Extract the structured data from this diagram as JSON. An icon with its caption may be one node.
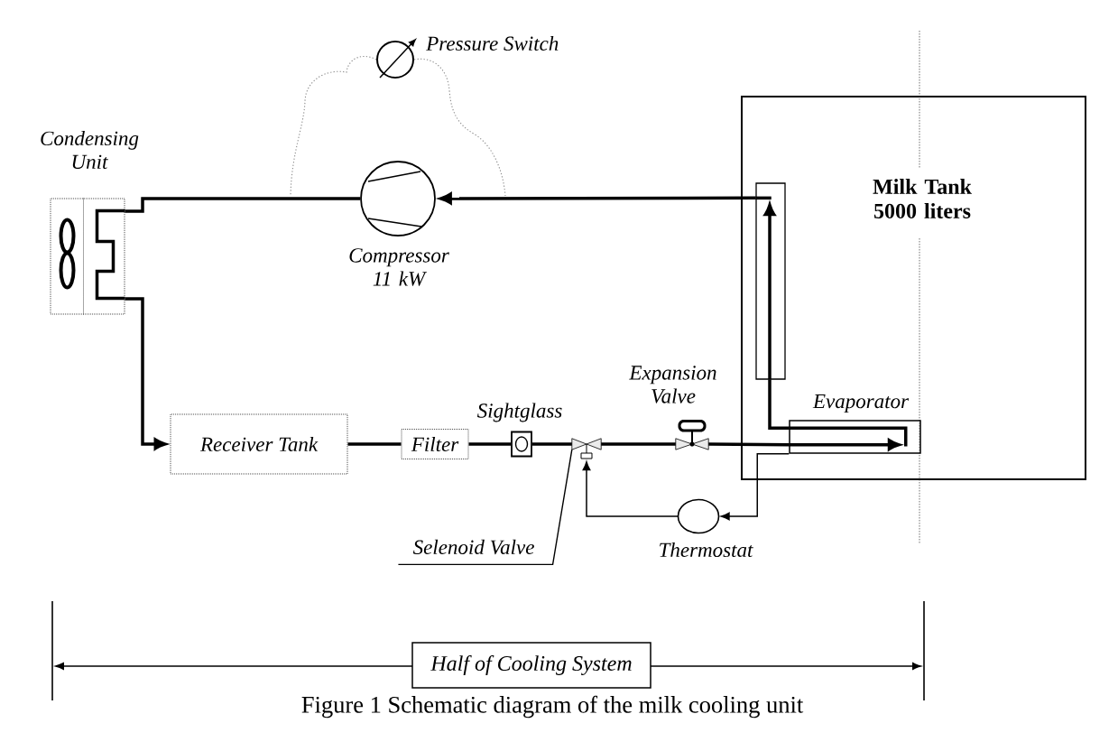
{
  "diagram": {
    "caption": "Figure 1 Schematic diagram of the milk cooling unit",
    "nodes": [
      {
        "text": [
          "Pressure Switch"
        ]
      },
      {
        "text": [
          "Condensing Unit"
        ]
      },
      {
        "text": [
          "Compressor 11 kW"
        ]
      },
      {
        "text": [
          "Milk Tank 5000 liters"
        ]
      },
      {
        "text": [],
        "shape": "box",
        "in": 3
      },
      {
        "text": [
          "Receiver Tank"
        ]
      },
      {
        "text": [
          "Filter"
        ]
      },
      {
        "text": [
          "Sightglass"
        ]
      },
      {
        "text": [],
        "shape": "valve"
      },
      {
        "text": [
          "Expansion Valve"
        ]
      },
      {
        "text": [
          "Evaporator"
        ],
        "in": 3
      },
      {
        "text": [
          "Thermostat"
        ]
      },
      {
        "text": [
          "Selenoid Valve"
        ]
      },
      {
        "text": [
          "Half of Cooling System"
        ]
      }
    ],
    "edges": [
      {
        "from": 0,
        "to": null,
        "arrow": "none",
        "style": "dashed",
        "color": "#8c8c8c"
      },
      {
        "from": 0,
        "to": null,
        "arrow": "none",
        "style": "dashed",
        "color": "#8c8c8c"
      },
      {
        "from": 2,
        "to": 1,
        "arrow": "none"
      },
      {
        "from": 1,
        "to": 5,
        "arrow": "to"
      },
      {
        "from": 5,
        "to": 6,
        "arrow": "none"
      },
      {
        "from": 6,
        "to": 7,
        "arrow": "none"
      },
      {
        "from": 7,
        "to": 8,
        "arrow": "none"
      },
      {
        "from": 8,
        "to": 9,
        "arrow": "none"
      },
      {
        "from": 9,
        "to": 10,
        "arrow": "none"
      },
      {
        "from": 10,
        "to": 4,
        "arrow": "none"
      },
      {
        "from": 4,
        "to": 2,
        "arrow": "to"
      },
      {
        "from": 10,
        "to": 11,
        "arrow": "to"
      },
      {
        "from": 11,
        "to": 8,
        "arrow": "to"
      },
      {
        "from": 12,
        "to": 8,
        "arrow": "none"
      }
    ]
  }
}
